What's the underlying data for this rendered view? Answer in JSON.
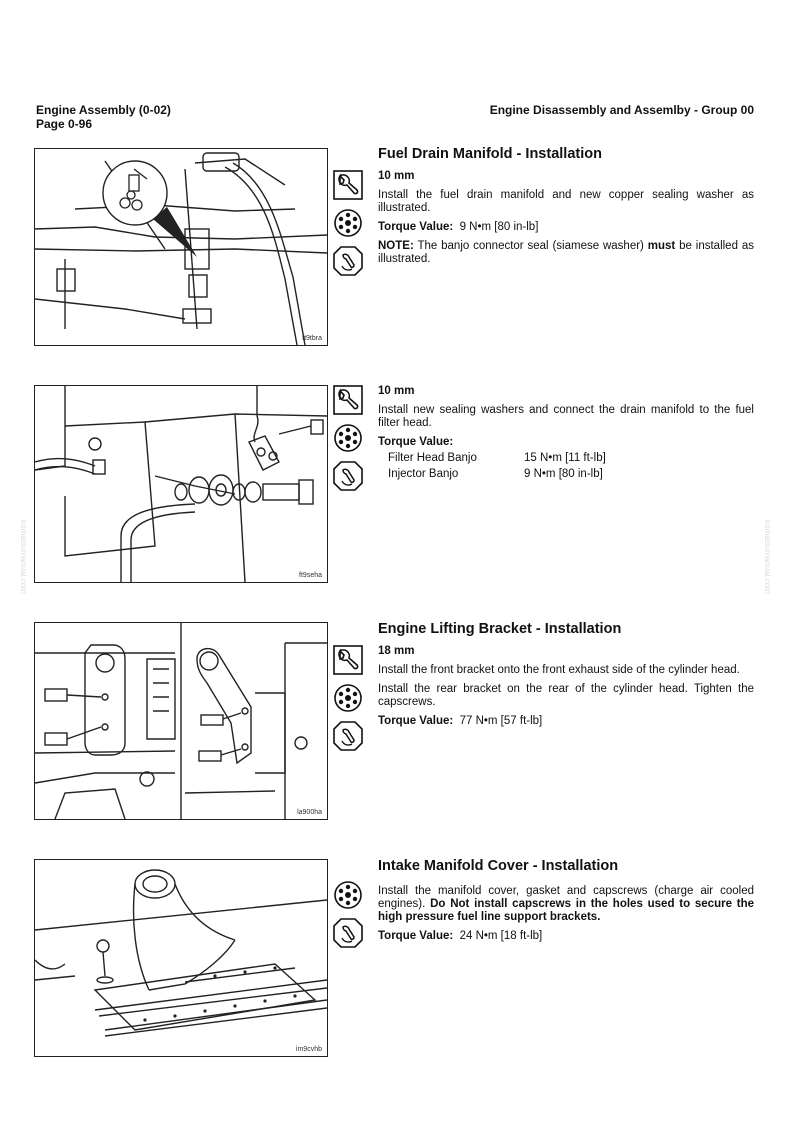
{
  "header": {
    "left_line1": "Engine Assembly (0-02)",
    "left_line2": "Page 0-96",
    "right": "Engine Disassembly and Assemlby - Group 00"
  },
  "watermark": "komatsumanual.com",
  "sections": {
    "fuel_drain": {
      "title": "Fuel Drain Manifold - Installation",
      "size": "10 mm",
      "para": "Install the fuel drain manifold and new copper sealing washer as illustrated.",
      "torque_label": "Torque Value:",
      "torque_value": "9 N•m [80 in-lb]",
      "note_label": "NOTE:",
      "note_a": "The banjo connector seal (siamese washer)",
      "note_b": "must",
      "note_c": "be installed as illustrated.",
      "figure_code": "ft9tbra"
    },
    "filter_head": {
      "size": "10 mm",
      "para": "Install new sealing washers and connect the drain manifold to the fuel filter head.",
      "torque_label": "Torque Value:",
      "rows": [
        {
          "name": "Filter Head Banjo",
          "value": "15 N•m [11 ft-lb]"
        },
        {
          "name": "Injector Banjo",
          "value": "9 N•m [80 in-lb]"
        }
      ],
      "figure_code": "ft9seha"
    },
    "lifting": {
      "title": "Engine Lifting Bracket - Installation",
      "size": "18 mm",
      "para1": "Install the front bracket onto the front exhaust side of the cylinder head.",
      "para2": "Install the rear bracket on the rear of the cylinder head. Tighten the capscrews.",
      "torque_label": "Torque Value:",
      "torque_value": "77 N•m [57 ft-lb]",
      "figure_code": "la900ha"
    },
    "intake": {
      "title": "Intake Manifold Cover - Installation",
      "para_a": "Install the manifold cover, gasket and capscrews (charge air cooled engines).",
      "para_b": "Do Not install capscrews in the holes used to secure the high pressure fuel line support brackets.",
      "torque_label": "Torque Value:",
      "torque_value": "24 N•m [18 ft-lb]",
      "figure_code": "im9cvhb"
    }
  }
}
